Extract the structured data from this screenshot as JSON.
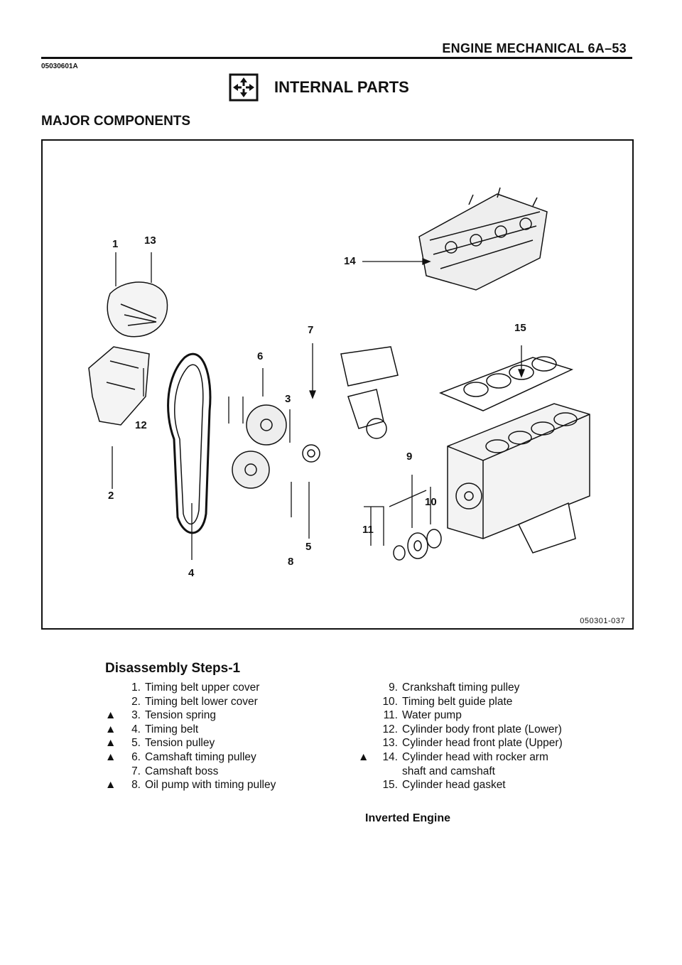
{
  "header": {
    "title": "ENGINE MECHANICAL 6A–53",
    "doc_code": "05030601A"
  },
  "section": {
    "icon": "disassembly-arrows-icon",
    "title": "INTERNAL PARTS"
  },
  "subtitle": "MAJOR COMPONENTS",
  "figure": {
    "code": "050301-037",
    "callouts": [
      "1",
      "13",
      "14",
      "7",
      "15",
      "6",
      "3",
      "12",
      "9",
      "10",
      "2",
      "11",
      "5",
      "8",
      "4"
    ]
  },
  "steps": {
    "heading": "Disassembly Steps-1",
    "left": [
      {
        "mark": "",
        "num": "1.",
        "text": "Timing belt upper cover"
      },
      {
        "mark": "",
        "num": "2.",
        "text": "Timing belt lower cover"
      },
      {
        "mark": "▲",
        "num": "3.",
        "text": "Tension spring"
      },
      {
        "mark": "▲",
        "num": "4.",
        "text": "Timing belt"
      },
      {
        "mark": "▲",
        "num": "5.",
        "text": "Tension pulley"
      },
      {
        "mark": "▲",
        "num": "6.",
        "text": "Camshaft timing pulley"
      },
      {
        "mark": "",
        "num": "7.",
        "text": "Camshaft boss"
      },
      {
        "mark": "▲",
        "num": "8.",
        "text": "Oil pump with timing pulley"
      }
    ],
    "right": [
      {
        "mark": "",
        "num": "9.",
        "text": "Crankshaft timing pulley"
      },
      {
        "mark": "",
        "num": "10.",
        "text": "Timing belt guide plate"
      },
      {
        "mark": "",
        "num": "11.",
        "text": "Water pump"
      },
      {
        "mark": "",
        "num": "12.",
        "text": "Cylinder body front plate (Lower)"
      },
      {
        "mark": "",
        "num": "13.",
        "text": "Cylinder head front plate (Upper)"
      },
      {
        "mark": "▲",
        "num": "14.",
        "text": "Cylinder head with rocker arm"
      },
      {
        "mark": "",
        "num": "",
        "text": "shaft and camshaft"
      },
      {
        "mark": "",
        "num": "15.",
        "text": "Cylinder head gasket"
      }
    ],
    "footnote": "Inverted Engine"
  }
}
